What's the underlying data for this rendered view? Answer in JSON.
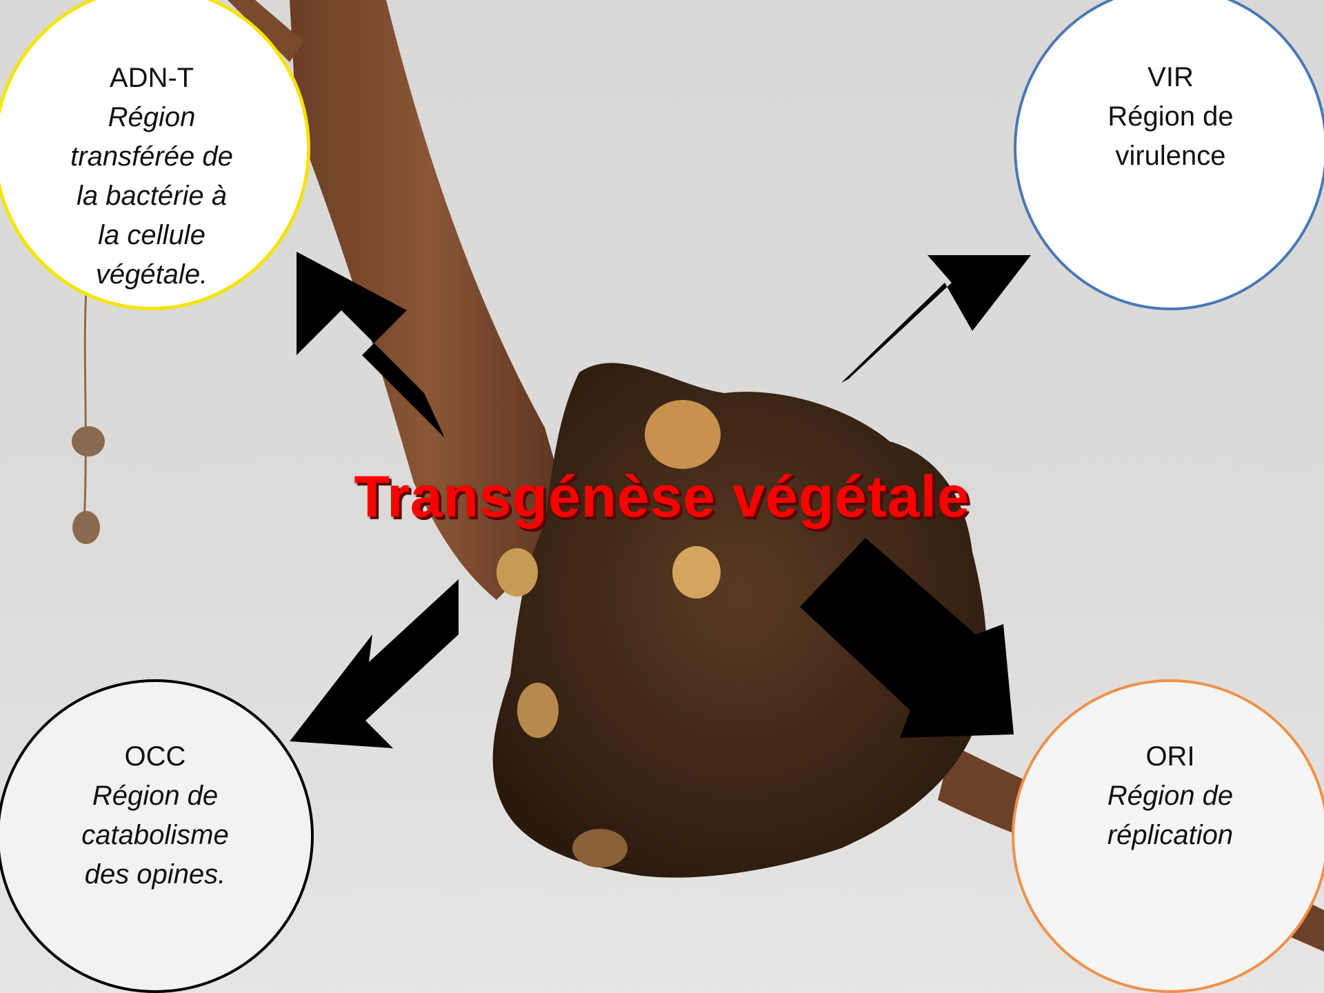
{
  "title": "Transgénèse végétale",
  "colors": {
    "title": "#ff0000",
    "adnt_border": "#f5e400",
    "vir_border": "#4a78b8",
    "occ_border": "#000000",
    "ori_border": "#f0914a",
    "arrow": "#000000",
    "background": "#dcdbd9"
  },
  "nodes": {
    "adnt": {
      "name": "ADN-T",
      "lines": [
        "Région",
        "transférée de",
        "la bactérie à",
        "la cellule",
        "végétale."
      ]
    },
    "vir": {
      "name": "VIR",
      "lines": [
        "Région de",
        "virulence"
      ]
    },
    "occ": {
      "name": "OCC",
      "lines": [
        "Région de",
        "catabolisme",
        "des opines."
      ]
    },
    "ori": {
      "name": "ORI",
      "lines": [
        "Région de",
        "réplication"
      ]
    }
  },
  "background_image": "crown-gall-tumor-on-root"
}
